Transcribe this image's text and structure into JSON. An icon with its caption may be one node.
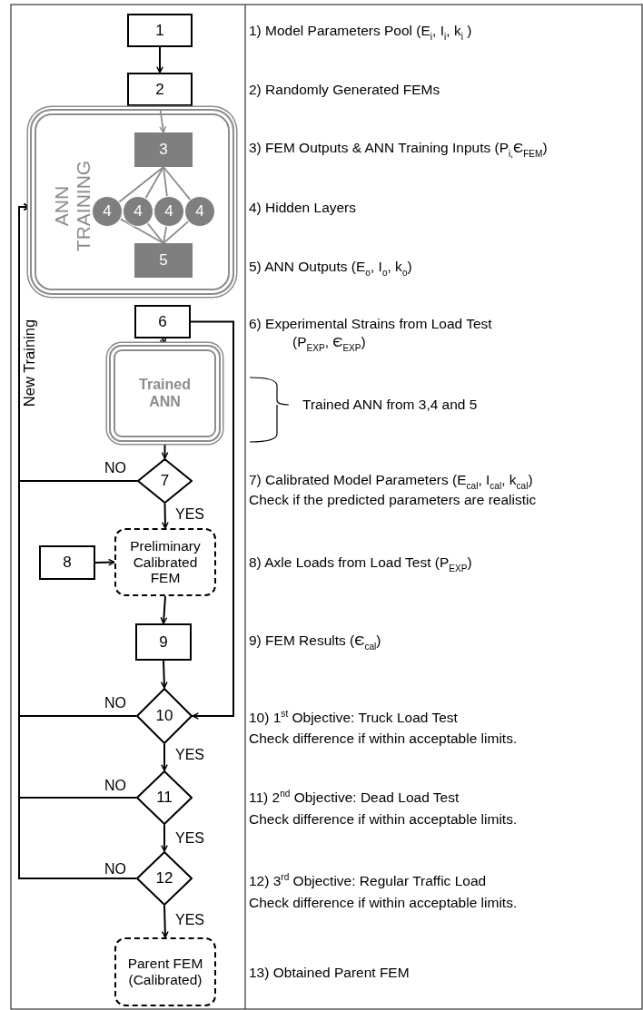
{
  "diagram": {
    "nodes": [
      {
        "text": [
          "1"
        ]
      },
      {
        "text": [
          "2"
        ]
      },
      {
        "text": [
          "ANN TRAINING"
        ]
      },
      {
        "text": [
          "3"
        ],
        "in": 2
      },
      {
        "text": [
          "4"
        ],
        "in": 2
      },
      {
        "text": [
          "4"
        ],
        "in": 2
      },
      {
        "text": [
          "4"
        ],
        "in": 2
      },
      {
        "text": [
          "4"
        ],
        "in": 2
      },
      {
        "text": [
          "5"
        ],
        "in": 2
      },
      {
        "text": [
          "6"
        ]
      },
      {
        "text": [
          "Trained ANN"
        ]
      },
      {
        "text": [
          "7"
        ]
      },
      {
        "text": [
          "Preliminary Calibrated FEM"
        ]
      },
      {
        "text": [
          "8"
        ]
      },
      {
        "text": [
          "9"
        ]
      },
      {
        "text": [
          "10"
        ]
      },
      {
        "text": [
          "11"
        ]
      },
      {
        "text": [
          "12"
        ]
      },
      {
        "text": [
          "Parent FEM (Calibrated)"
        ]
      }
    ],
    "edges": [
      {
        "from": 0,
        "to": 1,
        "arrow": "to"
      },
      {
        "from": 1,
        "to": 3,
        "arrow": "to",
        "color": "#8c8c8c"
      },
      {
        "from": 3,
        "to": 4,
        "arrow": "none",
        "color": "#8c8c8c"
      },
      {
        "from": 3,
        "to": 5,
        "arrow": "none",
        "color": "#8c8c8c"
      },
      {
        "from": 3,
        "to": 6,
        "arrow": "none",
        "color": "#8c8c8c"
      },
      {
        "from": 3,
        "to": 7,
        "arrow": "none",
        "color": "#8c8c8c"
      },
      {
        "from": 4,
        "to": 8,
        "arrow": "none",
        "color": "#8c8c8c"
      },
      {
        "from": 5,
        "to": 8,
        "arrow": "none",
        "color": "#8c8c8c"
      },
      {
        "from": 6,
        "to": 8,
        "arrow": "none",
        "color": "#8c8c8c"
      },
      {
        "from": 7,
        "to": 8,
        "arrow": "none",
        "color": "#8c8c8c"
      },
      {
        "from": 9,
        "to": 10,
        "arrow": "to"
      },
      {
        "from": 10,
        "to": 11,
        "arrow": "to"
      },
      {
        "from": 11,
        "to": 2,
        "arrow": "to",
        "label": "NO"
      },
      {
        "from": 11,
        "to": 12,
        "arrow": "to",
        "label": "YES"
      },
      {
        "from": 13,
        "to": 12,
        "arrow": "to"
      },
      {
        "from": 12,
        "to": 14,
        "arrow": "to"
      },
      {
        "from": 14,
        "to": 15,
        "arrow": "to"
      },
      {
        "from": 9,
        "to": 15,
        "arrow": "to"
      },
      {
        "from": 15,
        "to": 2,
        "arrow": "to",
        "label": "NO"
      },
      {
        "from": 15,
        "to": 16,
        "arrow": "to",
        "label": "YES"
      },
      {
        "from": 16,
        "to": 2,
        "arrow": "to",
        "label": "NO"
      },
      {
        "from": 16,
        "to": 17,
        "arrow": "to",
        "label": "YES"
      },
      {
        "from": 17,
        "to": 2,
        "arrow": "to",
        "label": "NO"
      },
      {
        "from": 17,
        "to": 18,
        "arrow": "to",
        "label": "YES"
      }
    ],
    "labels": [
      "1) Model Parameters Pool (E$_{i}$, I$_{i}$, k$_{i}$ )",
      "2) Randomly Generated FEMs",
      "3) FEM Outputs & ANN Training Inputs (P$_{i,}$Є$_{FEM}$)",
      "4) Hidden Layers",
      "5) ANN Outputs (E$_{o}$, I$_{o}$, k$_{o}$)",
      "6) Experimental Strains from Load Test",
      "(P$_{EXP}$, Є$_{EXP}$)",
      "Trained ANN from 3,4 and 5",
      "7) Calibrated Model Parameters (E$_{cal}$, I$_{cal}$, k$_{cal}$)",
      "Check if the predicted parameters are realistic",
      "8) Axle Loads from Load Test  (P$_{EXP}$)",
      "9) FEM Results (Є$_{cal}$)",
      "10) 1$^{st}$ Objective: Truck Load Test",
      "Check difference if within acceptable limits.",
      "11) 2$^{nd}$ Objective: Dead Load Test",
      "Check difference if within acceptable limits.",
      "12) 3$^{rd}$ Objective: Regular Traffic Load",
      "Check difference if within acceptable limits.",
      "13) Obtained Parent FEM",
      "New Training"
    ]
  }
}
